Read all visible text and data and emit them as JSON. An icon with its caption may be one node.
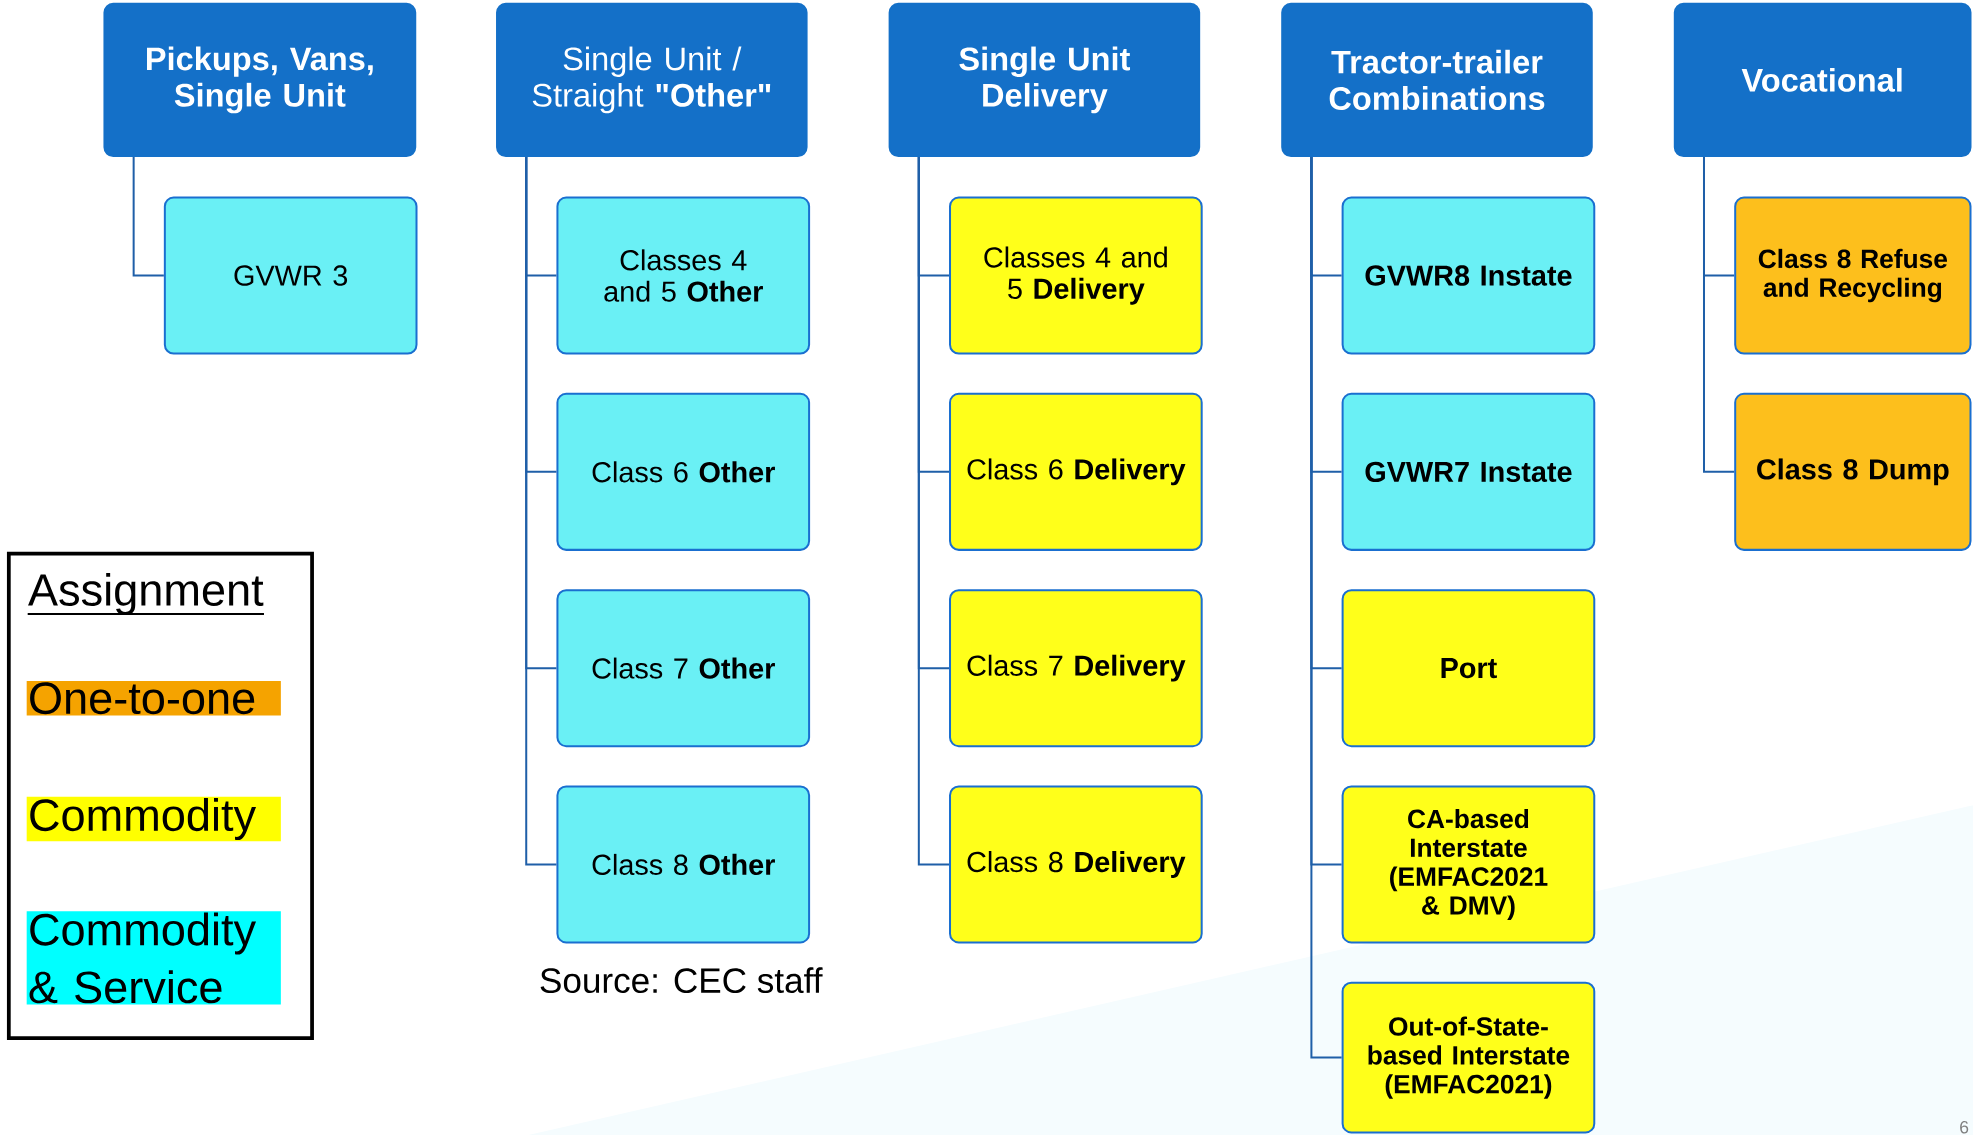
{
  "diagram": {
    "nodes": [
      {
        "text": [
          "Pickups, Vans, Single Unit"
        ]
      },
      {
        "text": [
          "GVWR 3"
        ]
      },
      {
        "text": [
          "Single Unit / Straight **\"Other\"**"
        ]
      },
      {
        "text": [
          "Classes 4 and 5 **Other**"
        ]
      },
      {
        "text": [
          "Class 6 **Other**"
        ]
      },
      {
        "text": [
          "Class 7 **Other**"
        ]
      },
      {
        "text": [
          "Class 8 **Other**"
        ]
      },
      {
        "text": [
          "Single Unit Delivery"
        ]
      },
      {
        "text": [
          "Classes 4 and 5 **Delivery**"
        ]
      },
      {
        "text": [
          "Class 6 **Delivery**"
        ]
      },
      {
        "text": [
          "Class 7 **Delivery**"
        ]
      },
      {
        "text": [
          "Class 8 **Delivery**"
        ]
      },
      {
        "text": [
          "Tractor-trailer Combinations"
        ]
      },
      {
        "text": [
          "GVWR8 Instate"
        ]
      },
      {
        "text": [
          "GVWR7 Instate"
        ]
      },
      {
        "text": [
          "Port"
        ]
      },
      {
        "text": [
          "CA-based Interstate (EMFAC2021 & DMV)"
        ]
      },
      {
        "text": [
          "Out-of-State-based Interstate (EMFAC2021)"
        ]
      },
      {
        "text": [
          "Vocational"
        ]
      },
      {
        "text": [
          "Class 8 Refuse and Recycling"
        ]
      },
      {
        "text": [
          "Class 8 Dump"
        ]
      }
    ],
    "edges": [
      {
        "from": 0,
        "to": 1,
        "arrow": "none"
      },
      {
        "from": 2,
        "to": 3,
        "arrow": "none"
      },
      {
        "from": 2,
        "to": 4,
        "arrow": "none"
      },
      {
        "from": 2,
        "to": 5,
        "arrow": "none"
      },
      {
        "from": 2,
        "to": 6,
        "arrow": "none"
      },
      {
        "from": 7,
        "to": 8,
        "arrow": "none"
      },
      {
        "from": 7,
        "to": 9,
        "arrow": "none"
      },
      {
        "from": 7,
        "to": 10,
        "arrow": "none"
      },
      {
        "from": 7,
        "to": 11,
        "arrow": "none"
      },
      {
        "from": 12,
        "to": 13,
        "arrow": "none"
      },
      {
        "from": 12,
        "to": 14,
        "arrow": "none"
      },
      {
        "from": 12,
        "to": 15,
        "arrow": "none"
      },
      {
        "from": 12,
        "to": 16,
        "arrow": "none"
      },
      {
        "from": 12,
        "to": 17,
        "arrow": "none"
      },
      {
        "from": 18,
        "to": 19,
        "arrow": "none"
      },
      {
        "from": 18,
        "to": 20,
        "arrow": "none"
      }
    ],
    "labels": [
      "Assignment",
      "Source: CEC staff",
      "6"
    ],
    "legend": [
      {
        "text": "One-to-one",
        "color": "#f5a300"
      },
      {
        "text": "Commodity",
        "color": "#ffff00"
      },
      {
        "text": "Commodity & Service",
        "color": "#00ffff"
      }
    ]
  }
}
